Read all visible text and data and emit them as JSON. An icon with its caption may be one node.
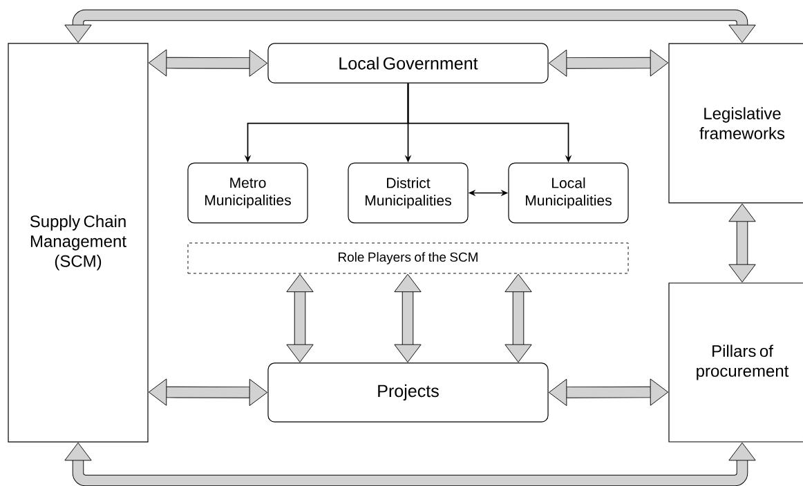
{
  "diagram": {
    "nodes": [
      {
        "text": [
          "Supply Chain Management (SCM)"
        ]
      },
      {
        "text": [
          "Local Government"
        ]
      },
      {
        "text": [
          "Legislative frameworks"
        ]
      },
      {
        "text": [
          "Metro Municipalities"
        ]
      },
      {
        "text": [
          "District Municipalities"
        ]
      },
      {
        "text": [
          "Local Municipalities"
        ]
      },
      {
        "text": [
          "Role Players of the SCM"
        ]
      },
      {
        "text": [
          "Projects"
        ]
      },
      {
        "text": [
          "Pillars of procurement"
        ]
      }
    ],
    "edges": [
      {
        "from": 0,
        "to": 2,
        "arrow": "both"
      },
      {
        "from": 0,
        "to": 1,
        "arrow": "both"
      },
      {
        "from": 1,
        "to": 2,
        "arrow": "both"
      },
      {
        "from": 1,
        "to": 3,
        "arrow": "to"
      },
      {
        "from": 1,
        "to": 4,
        "arrow": "to"
      },
      {
        "from": 1,
        "to": 5,
        "arrow": "to"
      },
      {
        "from": 4,
        "to": 5,
        "arrow": "both"
      },
      {
        "from": 2,
        "to": 8,
        "arrow": "both"
      },
      {
        "from": 6,
        "to": 7,
        "arrow": "both"
      },
      {
        "from": 6,
        "to": 7,
        "arrow": "both"
      },
      {
        "from": 6,
        "to": 7,
        "arrow": "both"
      },
      {
        "from": 0,
        "to": 7,
        "arrow": "both"
      },
      {
        "from": 7,
        "to": 8,
        "arrow": "both"
      },
      {
        "from": 0,
        "to": 8,
        "arrow": "both"
      }
    ]
  }
}
